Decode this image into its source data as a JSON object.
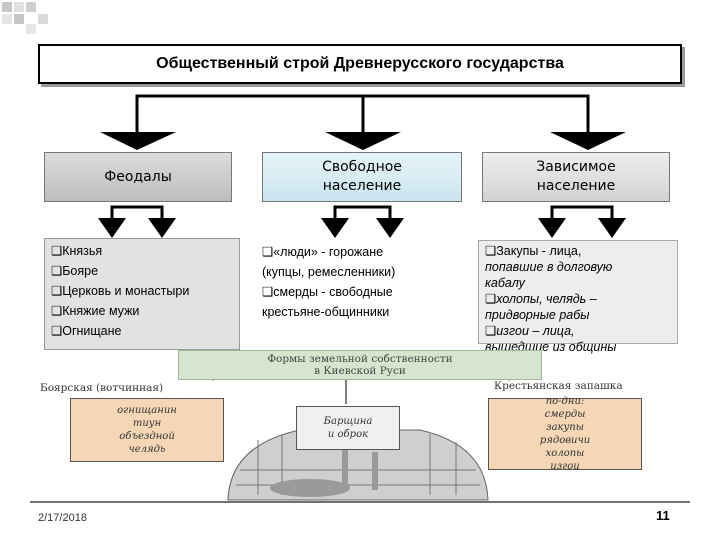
{
  "title": "Общественный строй Древнерусского государства",
  "categories": [
    {
      "line1": "Феодалы",
      "line2": ""
    },
    {
      "line1": "Свободное",
      "line2": "население"
    },
    {
      "line1": "Зависимое",
      "line2": "население"
    }
  ],
  "feudals": [
    "Князья",
    "Бояре",
    "Церковь  и монастыри",
    "Княжие мужи",
    "Огнищане"
  ],
  "free": [
    "«люди» - горожане",
    "(купцы, ремесленники)",
    "смерды - свободные",
    "крестьяне-общинники"
  ],
  "dependent": [
    "Закупы - лица,",
    "попавшие в долговую",
    "кабалу",
    "холопы, челядь –",
    "придворные рабы",
    "изгои – лица,",
    "вышедшие из общины"
  ],
  "lower": {
    "title_line1": "Формы земельной собственности",
    "title_line2": "в Киевской Руси",
    "left_label": "Боярская (вотчинная)",
    "left_box": [
      "огнищанин",
      "тиун",
      "объездной",
      "челядь"
    ],
    "center_box": [
      "Барщина",
      "и оброк"
    ],
    "right_label": "Крестьянская запашка",
    "right_box": [
      "по-дни:",
      "смерды",
      "закупы",
      "рядовичи",
      "холопы",
      "изгои"
    ]
  },
  "footer": {
    "date": "2/17/2018",
    "page": "11"
  },
  "colors": {
    "free_box": "#c9e5ef",
    "lower_title_bg": "#d6e6ce",
    "lower_box_bg": "#f5d6b5"
  }
}
